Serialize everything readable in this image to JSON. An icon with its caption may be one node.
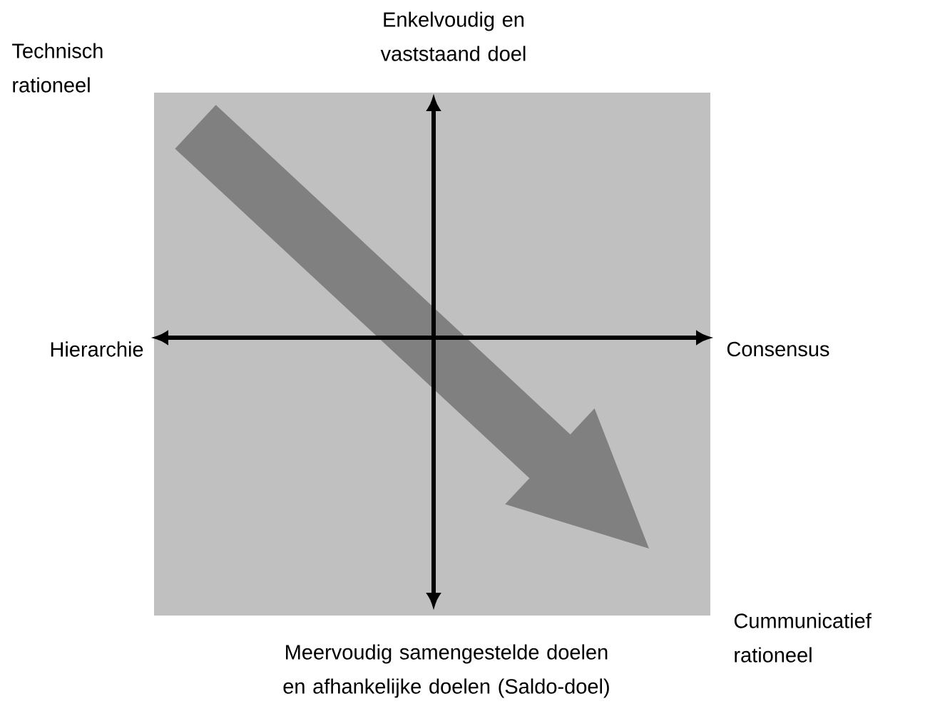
{
  "diagram": {
    "labels": [
      "Enkelvoudig en vaststaand doel",
      "Technisch rationeel",
      "Hierarchie",
      "Consensus",
      "Cummunicatief rationeel",
      "Meervoudig samengestelde doelen en afhankelijke doelen (Saldo-doel)"
    ]
  }
}
